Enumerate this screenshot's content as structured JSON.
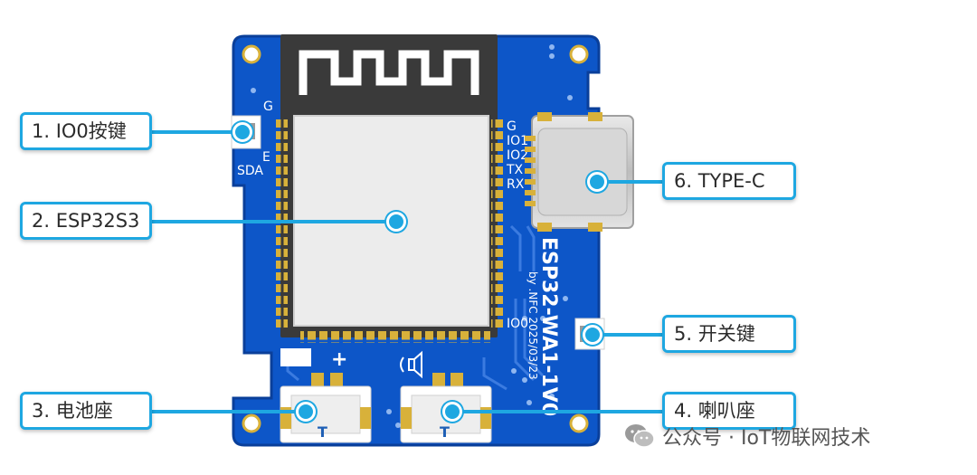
{
  "board": {
    "silkscreen_title": "ESP32-WA1-1V0",
    "silkscreen_sub": "by .NFC 2025/03/23",
    "pin_labels_right": [
      "G",
      "IO1",
      "IO2",
      "TX",
      "RX"
    ],
    "pin_label_io0": "IO0",
    "pin_labels_left": [
      "G",
      "E",
      "SDA"
    ],
    "plus_sign": "+",
    "connector_mark": "T",
    "colors": {
      "pcb": "#0d56c8",
      "pcb_dark": "#0a3f9a",
      "gold": "#d8b13a",
      "module": "#3a3a3a",
      "accent": "#1ea7e1"
    }
  },
  "callouts": [
    {
      "label": "1. IO0按键"
    },
    {
      "label": "2. ESP32S3"
    },
    {
      "label": "3. 电池座"
    },
    {
      "label": "4. 喇叭座"
    },
    {
      "label": "5. 开关键"
    },
    {
      "label": "6. TYPE-C"
    }
  ],
  "watermark": {
    "text": "公众号 · IoT物联网技术",
    "icon": "wechat-icon"
  }
}
